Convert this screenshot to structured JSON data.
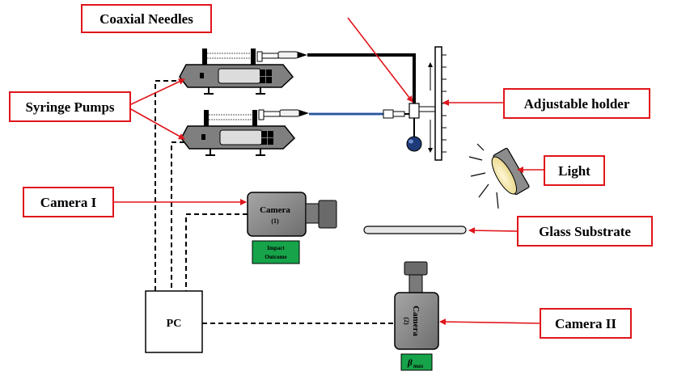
{
  "labels": {
    "coaxial_needles": "Coaxial Needles",
    "syringe_pumps": "Syringe Pumps",
    "adjustable_holder": "Adjustable holder",
    "light": "Light",
    "camera_1": "Camera I",
    "glass_substrate": "Glass Substrate",
    "camera_2": "Camera II",
    "pc": "PC"
  },
  "camera_1": {
    "title": "Camera",
    "number": "(1)",
    "badge_line1": "Impact",
    "badge_line2": "Outcome"
  },
  "camera_2": {
    "title": "Camera",
    "number": "(2)",
    "badge_symbol": "β",
    "badge_sub": "max"
  },
  "colors": {
    "callout_border": "#e0151b",
    "arrow": "#e0151b",
    "badge_green": "#16a34a",
    "pump_body": "#7f7f7f",
    "camera_body": "#8c8c8c",
    "tube_blue": "#3a6fc4"
  }
}
